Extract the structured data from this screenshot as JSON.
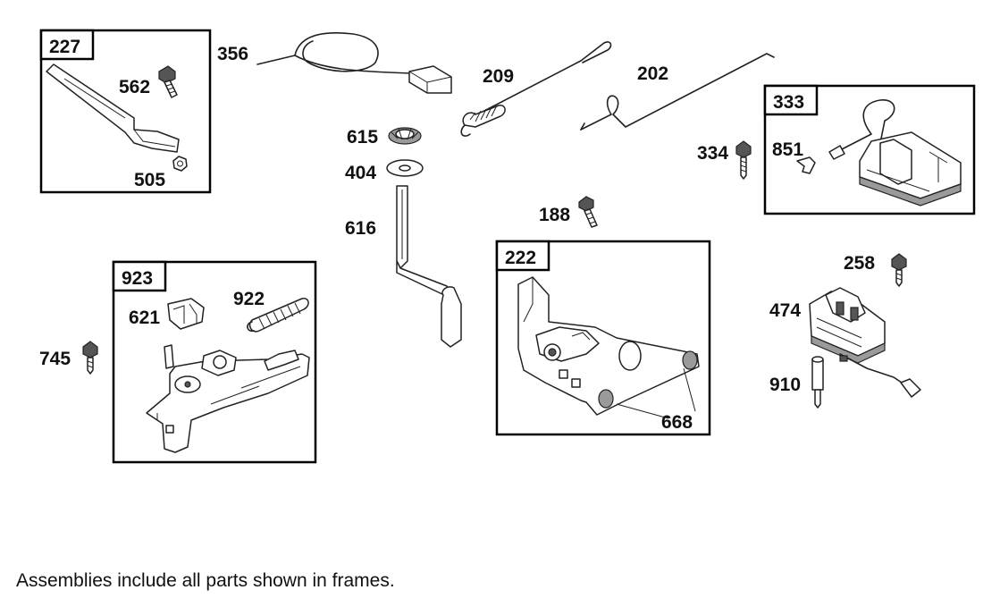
{
  "assemblies": {
    "a227": "227",
    "a923": "923",
    "a222": "222",
    "a333": "333"
  },
  "parts": {
    "p356": "356",
    "p209": "209",
    "p202": "202",
    "p562": "562",
    "p505": "505",
    "p615": "615",
    "p404": "404",
    "p616": "616",
    "p334": "334",
    "p851": "851",
    "p188": "188",
    "p922": "922",
    "p621": "621",
    "p745": "745",
    "p668": "668",
    "p258": "258",
    "p474": "474",
    "p910": "910"
  },
  "caption": "Assemblies include all parts shown in frames."
}
